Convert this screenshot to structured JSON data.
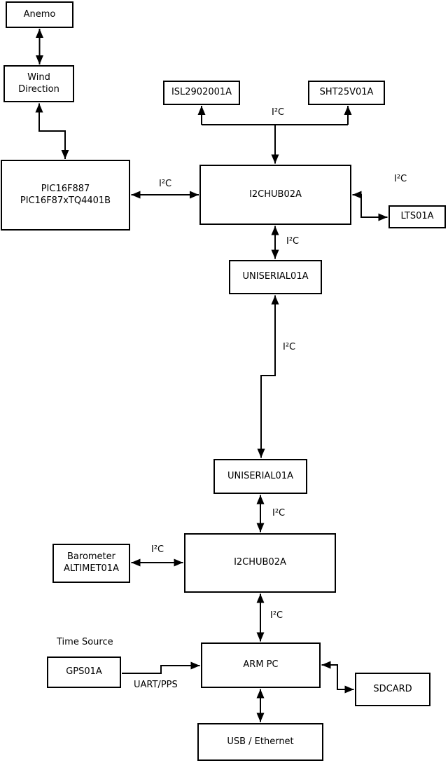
{
  "diagram": {
    "type": "block-diagram",
    "background": "#ffffff",
    "line_color": "#000000",
    "boxes": {
      "anemo": {
        "label": "Anemo"
      },
      "wind_direction": {
        "line1": "Wind",
        "line2": "Direction"
      },
      "pic": {
        "line1": "PIC16F887",
        "line2": "PIC16F87xTQ4401B"
      },
      "isl": {
        "label": "ISL2902001A"
      },
      "sht": {
        "label": "SHT25V01A"
      },
      "hub1": {
        "label": "I2CHUB02A"
      },
      "lts": {
        "label": "LTS01A"
      },
      "uniserial1": {
        "label": "UNISERIAL01A"
      },
      "uniserial2": {
        "label": "UNISERIAL01A"
      },
      "hub2": {
        "label": "I2CHUB02A"
      },
      "barometer": {
        "line1": "Barometer",
        "line2": "ALTIMET01A"
      },
      "armpc": {
        "label": "ARM PC"
      },
      "gps": {
        "label": "GPS01A"
      },
      "sdcard": {
        "label": "SDCARD"
      },
      "usb_ethernet": {
        "label": "USB / Ethernet"
      }
    },
    "labels": {
      "i2c_top_bus": "I²C",
      "i2c_pic_hub1": "I²C",
      "i2c_hub1_lts": "I²C",
      "i2c_hub1_uniserial1": "I²C",
      "i2c_uniserial1_uniserial2": "I²C",
      "i2c_uniserial2_hub2": "I²C",
      "i2c_barometer_hub2": "I²C",
      "i2c_hub2_armpc": "I²C",
      "time_source": "Time Source",
      "uart_pps": "UART/PPS"
    },
    "edges": [
      {
        "from": "Anemo",
        "to": "Wind Direction",
        "label": "",
        "bidirectional": true
      },
      {
        "from": "Wind Direction",
        "to": "PIC16F887 PIC16F87xTQ4401B",
        "label": "",
        "bidirectional": true
      },
      {
        "from": "PIC16F887 PIC16F87xTQ4401B",
        "to": "I2CHUB02A (upper)",
        "label": "I²C",
        "bidirectional": true
      },
      {
        "from": "I2CHUB02A (upper)",
        "to": "ISL2902001A",
        "label": "I²C",
        "bidirectional": false
      },
      {
        "from": "I2CHUB02A (upper)",
        "to": "SHT25V01A",
        "label": "I²C",
        "bidirectional": false
      },
      {
        "from": "I2CHUB02A (upper)",
        "to": "LTS01A",
        "label": "I²C",
        "bidirectional": true
      },
      {
        "from": "I2CHUB02A (upper)",
        "to": "UNISERIAL01A (upper)",
        "label": "I²C",
        "bidirectional": true
      },
      {
        "from": "UNISERIAL01A (upper)",
        "to": "UNISERIAL01A (lower)",
        "label": "I²C",
        "bidirectional": true
      },
      {
        "from": "UNISERIAL01A (lower)",
        "to": "I2CHUB02A (lower)",
        "label": "I²C",
        "bidirectional": true
      },
      {
        "from": "Barometer ALTIMET01A",
        "to": "I2CHUB02A (lower)",
        "label": "I²C",
        "bidirectional": true
      },
      {
        "from": "I2CHUB02A (lower)",
        "to": "ARM PC",
        "label": "I²C",
        "bidirectional": true
      },
      {
        "from": "GPS01A",
        "to": "ARM PC",
        "label": "UART/PPS",
        "bidirectional": false
      },
      {
        "from": "ARM PC",
        "to": "SDCARD",
        "label": "",
        "bidirectional": true
      },
      {
        "from": "ARM PC",
        "to": "USB / Ethernet",
        "label": "",
        "bidirectional": true
      }
    ]
  }
}
